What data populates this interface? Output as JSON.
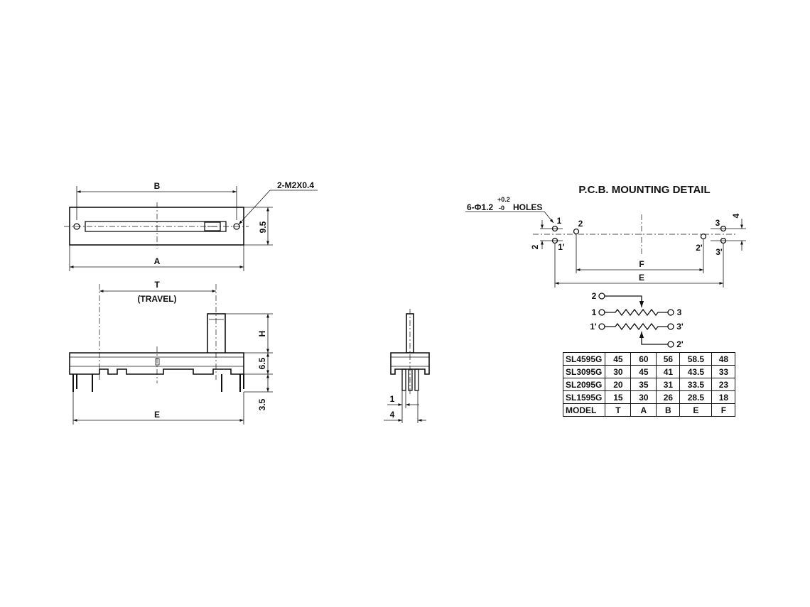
{
  "top_view": {
    "label_b": "B",
    "label_a": "A",
    "label_thread": "2-M2X0.4",
    "label_height": "9.5"
  },
  "front_view": {
    "label_t": "T",
    "label_travel": "(TRAVEL)",
    "label_h": "H",
    "label_body": "6.5",
    "label_pin": "3.5",
    "label_e": "E"
  },
  "side_view": {
    "label_pitch": "1",
    "label_width": "4"
  },
  "pcb": {
    "title": "P.C.B. MOUNTING DETAIL",
    "holes_prefix": "6-Φ1.2",
    "tol_plus": "+0.2",
    "tol_minus": "-0",
    "holes_suffix": "HOLES",
    "pin_1": "1",
    "pin_2": "2",
    "pin_3": "3",
    "pin_1p": "1'",
    "pin_2p": "2'",
    "pin_3p": "3'",
    "dim_2": "2",
    "dim_4": "4",
    "label_f": "F",
    "label_e": "E"
  },
  "circuit": {
    "t_2": "2",
    "t_1": "1",
    "t_3": "3",
    "t_1p": "1'",
    "t_3p": "3'",
    "t_2p": "2'"
  },
  "table": {
    "rows": [
      {
        "model": "SL4595G",
        "t": "45",
        "a": "60",
        "b": "56",
        "e": "58.5",
        "f": "48"
      },
      {
        "model": "SL3095G",
        "t": "30",
        "a": "45",
        "b": "41",
        "e": "43.5",
        "f": "33"
      },
      {
        "model": "SL2095G",
        "t": "20",
        "a": "35",
        "b": "31",
        "e": "33.5",
        "f": "23"
      },
      {
        "model": "SL1595G",
        "t": "15",
        "a": "30",
        "b": "26",
        "e": "28.5",
        "f": "18"
      }
    ],
    "header": {
      "model": "MODEL",
      "t": "T",
      "a": "A",
      "b": "B",
      "e": "E",
      "f": "F"
    }
  }
}
